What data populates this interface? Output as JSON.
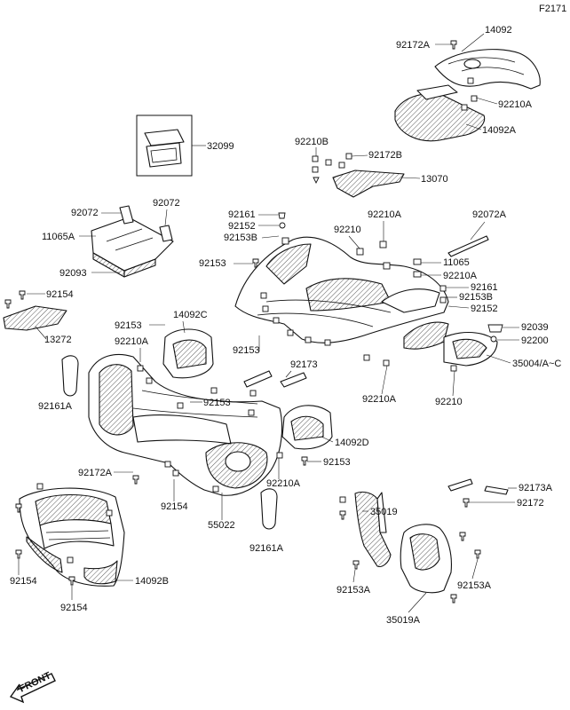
{
  "figure_code": "F2171",
  "front_label": "FRONT",
  "parts": {
    "p14092": "14092",
    "p92172A_top": "92172A",
    "p92210A_a": "92210A",
    "p14092A": "14092A",
    "p32099": "32099",
    "p92210B": "92210B",
    "p92172B": "92172B",
    "p13070": "13070",
    "p92072_a": "92072",
    "p92072_b": "92072",
    "p11065A": "11065A",
    "p92093": "92093",
    "p92161_a": "92161",
    "p92152_a": "92152",
    "p92153B_a": "92153B",
    "p92210": "92210",
    "p92210A_b": "92210A",
    "p92072A": "92072A",
    "p92153_a": "92153",
    "p11065": "11065",
    "p92210A_c": "92210A",
    "p92161_b": "92161",
    "p92153B_b": "92153B",
    "p92152_b": "92152",
    "p92154_a": "92154",
    "p13272": "13272",
    "p92153_b": "92153",
    "p14092C": "14092C",
    "p92210A_d": "92210A",
    "p92039": "92039",
    "p92200": "92200",
    "p92153_c": "92153",
    "p92173": "92173",
    "p35004": "35004/A~C",
    "p92161A_a": "92161A",
    "p92153_d": "92153",
    "p92210A_e": "92210A",
    "p92210_b": "92210",
    "p14092D": "14092D",
    "p92153_e": "92153",
    "p92172A_b": "92172A",
    "p92154_b": "92154",
    "p55022": "55022",
    "p92210A_f": "92210A",
    "p92161A_b": "92161A",
    "p92173A": "92173A",
    "p92172": "92172",
    "p35019": "35019",
    "p92154_c": "92154",
    "p14092B": "14092B",
    "p92154_d": "92154",
    "p92153A_a": "92153A",
    "p92153A_b": "92153A",
    "p35019A": "35019A"
  }
}
